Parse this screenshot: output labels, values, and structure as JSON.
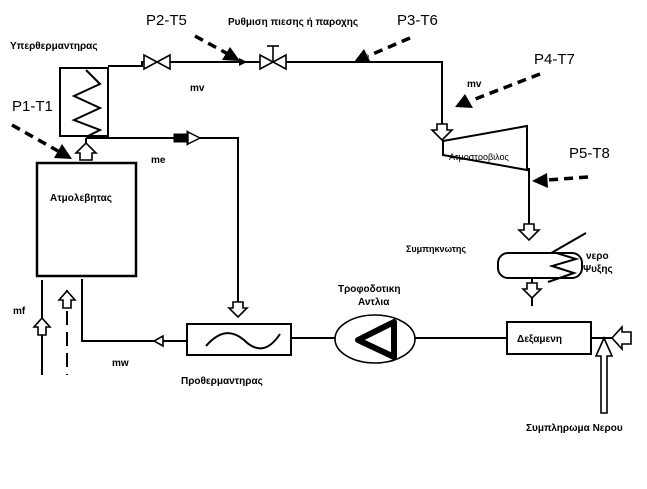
{
  "labels": {
    "p1t1": "P1-T1",
    "p2t5": "P2-T5",
    "p3t6": "P3-T6",
    "p4t7": "P4-T7",
    "p5t8": "P5-T8",
    "superheater": "Υπερθερμαντηρας",
    "pressure_control": "Ρυθμιση πιεσης ή παροχης",
    "mv_top": "mv",
    "mv_right": "mv",
    "me": "me",
    "boiler": "Ατμολεβητας",
    "turbine": "Ατμοστροβιλος",
    "condenser": "Συμπηκνωτης",
    "cooling_water": "νερο\nΨυξης",
    "cooling_water_line1": "νερο",
    "cooling_water_line2": "Ψυξης",
    "feed_pump_line1": "Τροφοδοτικη",
    "feed_pump_line2": "Αντλια",
    "tank": "Δεξαμενη",
    "mf": "mf",
    "mw": "mw",
    "preheater": "Προθερμαντηρας",
    "makeup_water": "Συμπληρωμα Νερου"
  }
}
